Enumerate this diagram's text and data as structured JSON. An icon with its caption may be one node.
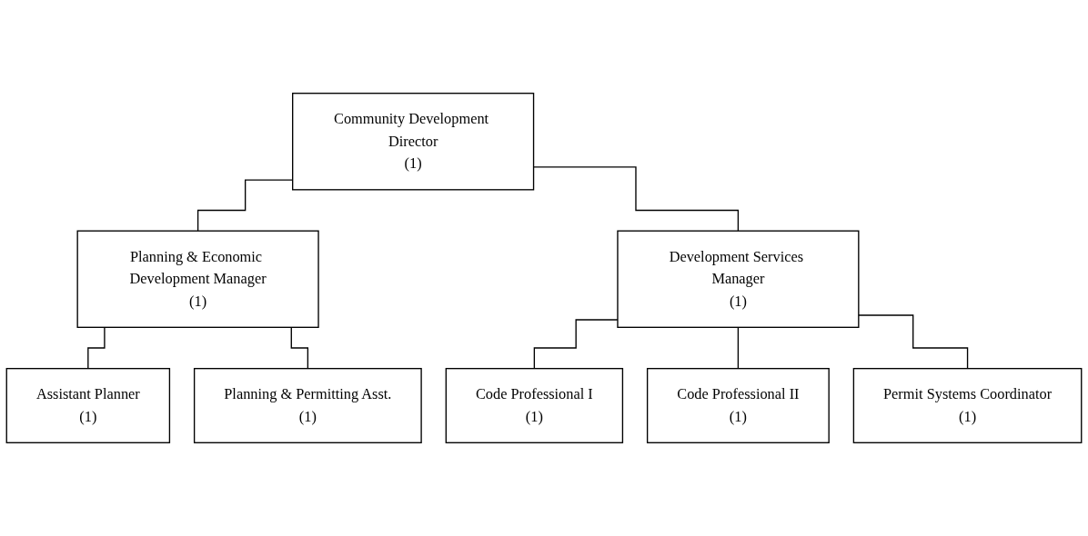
{
  "diagram": {
    "nodes": [
      {
        "text": [
          "Community Development Director",
          "(1)"
        ]
      },
      {
        "text": [
          "Planning & Economic Development Manager",
          "(1)"
        ]
      },
      {
        "text": [
          "Development Services Manager",
          "(1)"
        ]
      },
      {
        "text": [
          "Assistant Planner",
          "(1)"
        ]
      },
      {
        "text": [
          "Planning & Permitting Asst.",
          "(1)"
        ]
      },
      {
        "text": [
          "Code Professional I",
          "(1)"
        ]
      },
      {
        "text": [
          "Code Professional II",
          "(1)"
        ]
      },
      {
        "text": [
          "Permit Systems Coordinator",
          "(1)"
        ]
      }
    ],
    "edges": [
      {
        "from": 0,
        "to": 1,
        "arrow": "none"
      },
      {
        "from": 0,
        "to": 2,
        "arrow": "none"
      },
      {
        "from": 1,
        "to": 3,
        "arrow": "none"
      },
      {
        "from": 1,
        "to": 4,
        "arrow": "none"
      },
      {
        "from": 2,
        "to": 5,
        "arrow": "none"
      },
      {
        "from": 2,
        "to": 6,
        "arrow": "none"
      },
      {
        "from": 2,
        "to": 7,
        "arrow": "none"
      }
    ]
  }
}
